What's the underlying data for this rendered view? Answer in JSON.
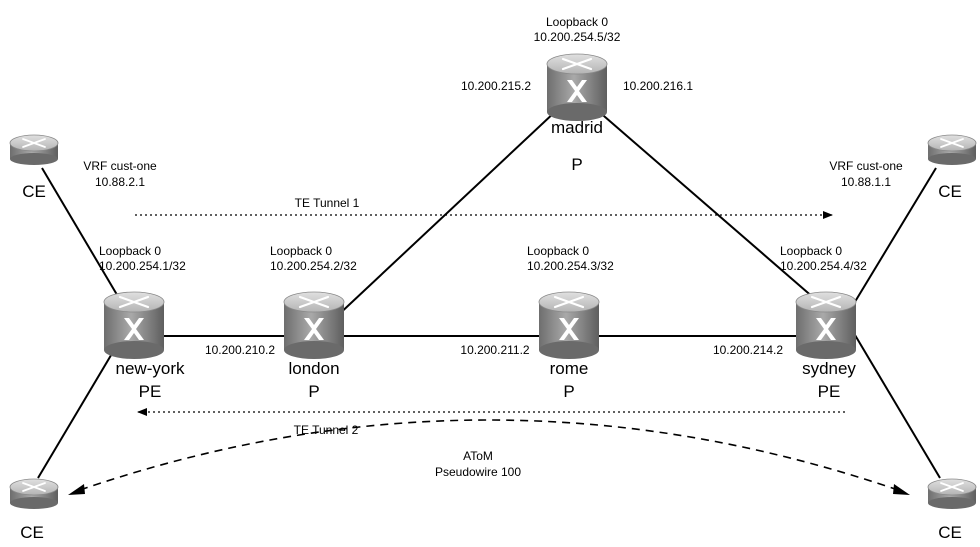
{
  "routers": {
    "madrid": {
      "name": "madrid",
      "role": "P",
      "loopback_title": "Loopback 0",
      "loopback_ip": "10.200.254.5/32"
    },
    "new_york": {
      "name": "new-york",
      "role": "PE",
      "loopback_title": "Loopback 0",
      "loopback_ip": "10.200.254.1/32"
    },
    "london": {
      "name": "london",
      "role": "P",
      "loopback_title": "Loopback 0",
      "loopback_ip": "10.200.254.2/32"
    },
    "rome": {
      "name": "rome",
      "role": "P",
      "loopback_title": "Loopback 0",
      "loopback_ip": "10.200.254.3/32"
    },
    "sydney": {
      "name": "sydney",
      "role": "PE",
      "loopback_title": "Loopback 0",
      "loopback_ip": "10.200.254.4/32"
    }
  },
  "ce_devices": {
    "top_left": {
      "label": "CE",
      "vrf": "VRF cust-one",
      "ip": "10.88.2.1"
    },
    "top_right": {
      "label": "CE",
      "vrf": "VRF cust-one",
      "ip": "10.88.1.1"
    },
    "bottom_left": {
      "label": "CE"
    },
    "bottom_right": {
      "label": "CE"
    }
  },
  "interfaces": {
    "madrid_west": "10.200.215.2",
    "madrid_east": "10.200.216.1",
    "ny_london": "10.200.210.2",
    "london_rome": "10.200.211.2",
    "rome_sydney": "10.200.214.2"
  },
  "tunnels": {
    "te1": "TE Tunnel 1",
    "te2": "TE Tunnel 2",
    "pw_line1": "AToM",
    "pw_line2": "Pseudowire 100"
  },
  "colors": {
    "line": "#000000",
    "router_body": "#8c8c8c",
    "router_top": "#c4c4c4"
  }
}
